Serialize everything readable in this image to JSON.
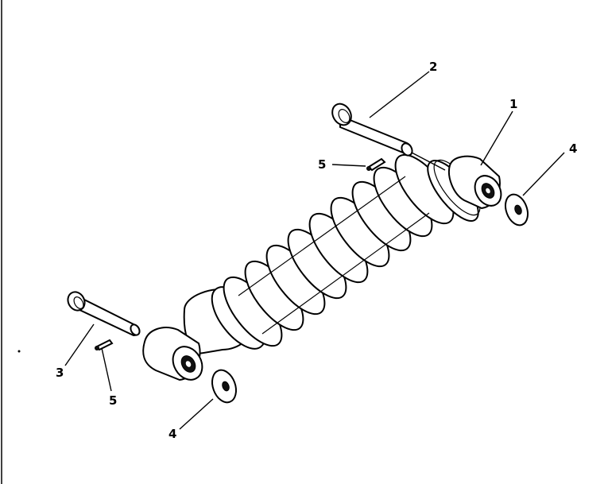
{
  "diagram": {
    "callouts": [
      {
        "id": "c1",
        "label": "1"
      },
      {
        "id": "c2",
        "label": "2"
      },
      {
        "id": "c3",
        "label": "3"
      },
      {
        "id": "c4a",
        "label": "4"
      },
      {
        "id": "c4b",
        "label": "4"
      },
      {
        "id": "c5a",
        "label": "5"
      },
      {
        "id": "c5b",
        "label": "5"
      }
    ],
    "colors": {
      "ink": "#000000",
      "paper": "#ffffff"
    }
  }
}
